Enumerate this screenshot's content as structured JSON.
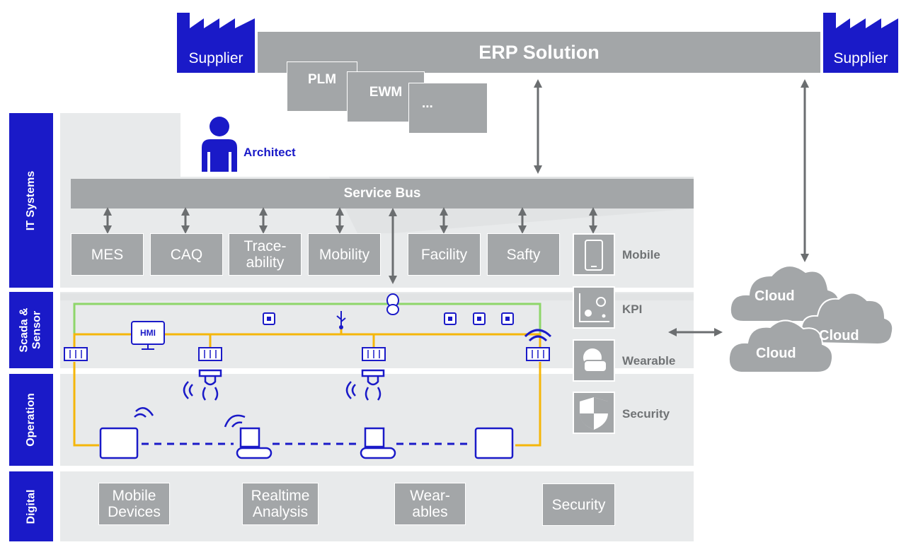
{
  "colors": {
    "blue": "#1a1ac8",
    "gray_box": "#a3a6a8",
    "panel": "#e8eaeb",
    "bus_orange": "#f5b60a",
    "bus_green": "#8ed66a",
    "arrow": "#6b6e70"
  },
  "header": {
    "erp_title": "ERP Solution",
    "supplier_left": "Supplier",
    "supplier_right": "Supplier",
    "sub_systems": [
      "PLM",
      "EWM",
      "..."
    ]
  },
  "architect_label": "Architect",
  "service_bus": "Service Bus",
  "side_tabs": {
    "it_systems": "IT Systems",
    "scada": "Scada &\nSensor",
    "operation": "Operation",
    "digital": "Digital"
  },
  "it_modules": [
    "MES",
    "CAQ",
    "Trace-\nability",
    "Mobility",
    "Facility",
    "Safty"
  ],
  "right_icons": [
    {
      "label": "Mobile",
      "icon": "smartphone-icon"
    },
    {
      "label": "KPI",
      "icon": "kpi-chart-icon"
    },
    {
      "label": "Wearable",
      "icon": "vr-headset-icon"
    },
    {
      "label": "Security",
      "icon": "shield-icon"
    }
  ],
  "clouds": [
    "Cloud",
    "Cloud",
    "Cloud"
  ],
  "hmi_label": "HMI",
  "digital_items": [
    "Mobile\nDevices",
    "Realtime\nAnalysis",
    "Wear-\nables",
    "Security"
  ]
}
